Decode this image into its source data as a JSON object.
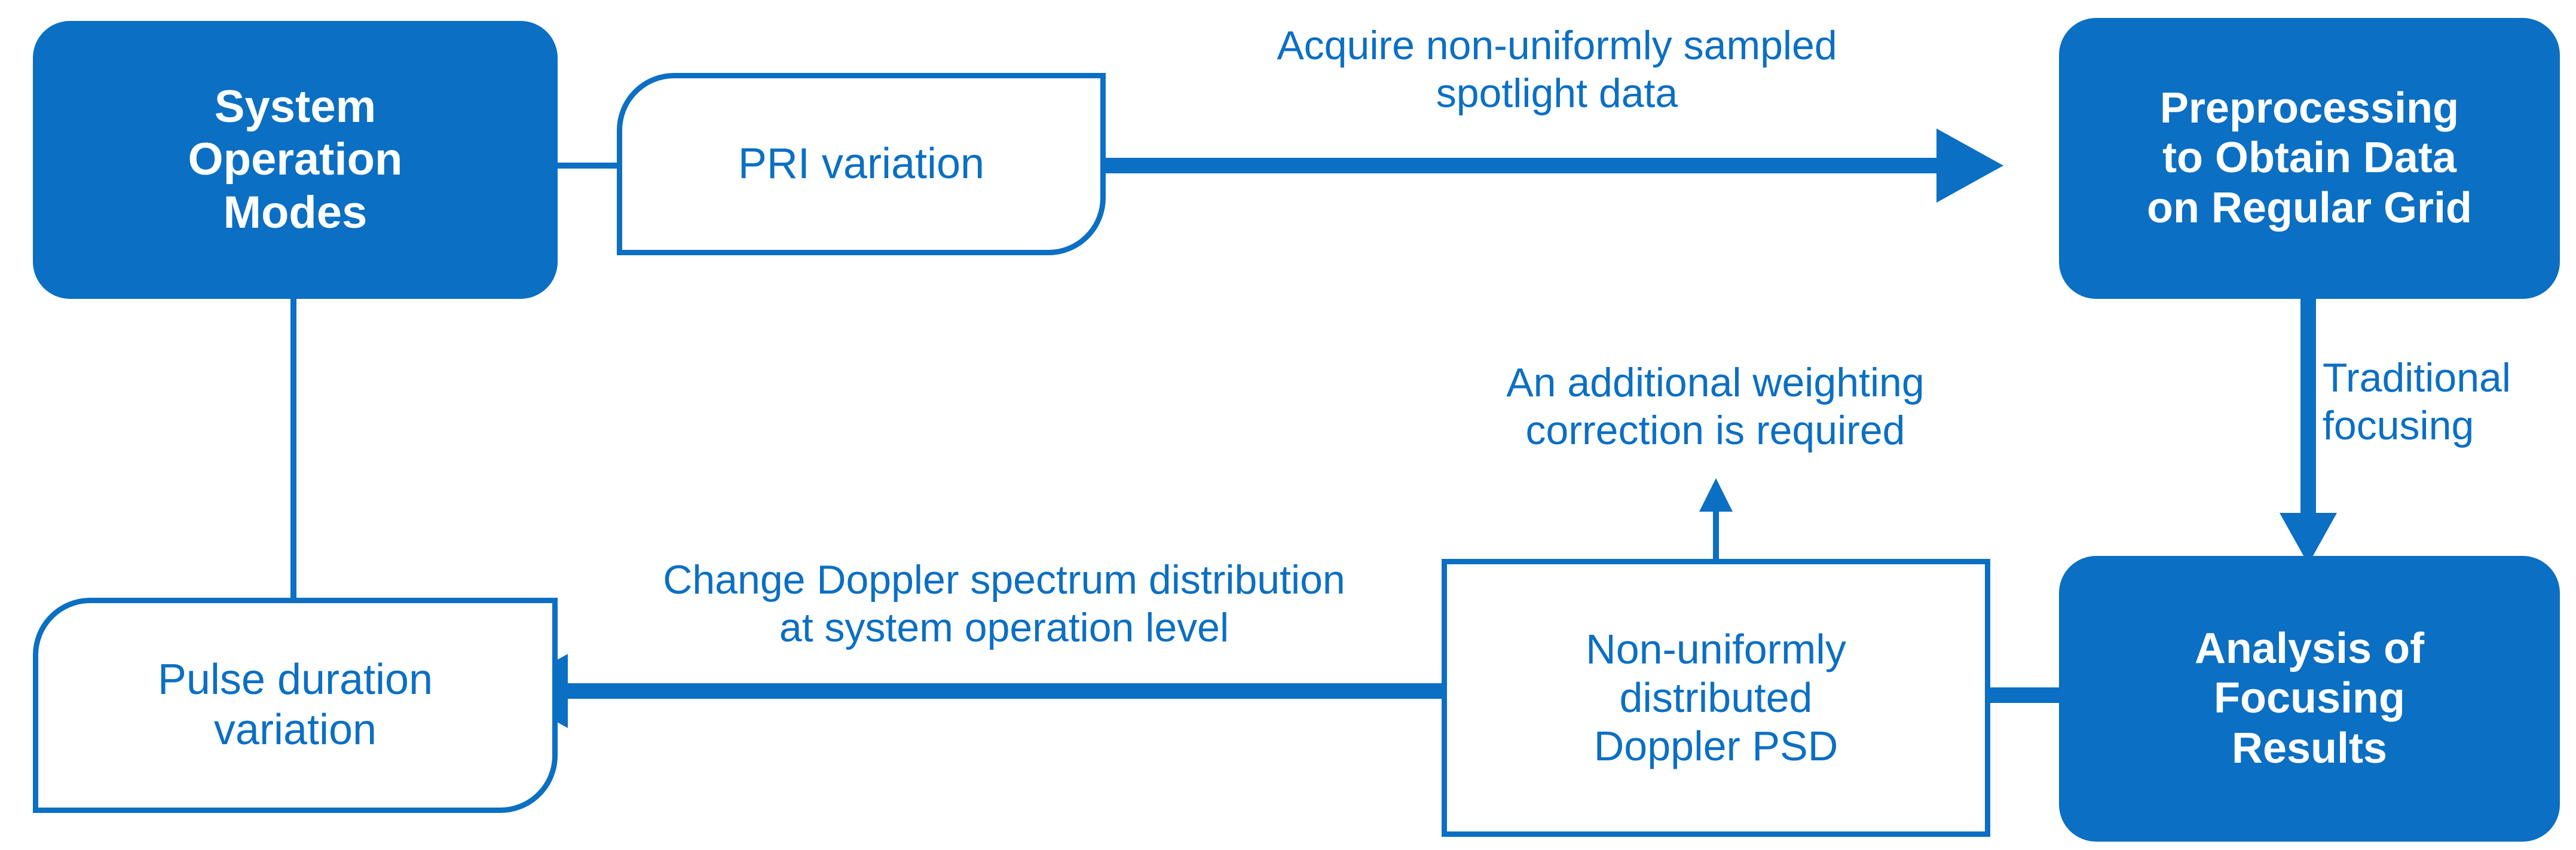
{
  "diagram": {
    "title": "SAR spotlight non-uniform sampling processing flow",
    "accent_color": "#0B6FC3",
    "background_color": "#FFFFFF"
  },
  "nodes": {
    "system_operation_modes": {
      "label": "System\nOperation\nModes",
      "style": "filled",
      "fill": "#0B6FC3",
      "text_color": "#FFFFFF"
    },
    "pri_variation": {
      "label": "PRI variation",
      "style": "outline",
      "fill": "#FFFFFF",
      "text_color": "#0B6FC3"
    },
    "preprocessing": {
      "label": "Preprocessing\nto Obtain Data\non Regular Grid",
      "style": "filled",
      "fill": "#0B6FC3",
      "text_color": "#FFFFFF"
    },
    "analysis_of_focusing_results": {
      "label": "Analysis of\nFocusing\nResults",
      "style": "filled",
      "fill": "#0B6FC3",
      "text_color": "#FFFFFF"
    },
    "doppler_psd": {
      "label": "Non-uniformly\ndistributed\nDoppler PSD",
      "style": "outline",
      "fill": "#FFFFFF",
      "text_color": "#0B6FC3"
    },
    "pulse_duration_variation": {
      "label": "Pulse duration\nvariation",
      "style": "outline",
      "fill": "#FFFFFF",
      "text_color": "#0B6FC3"
    }
  },
  "edge_labels": {
    "acquire": "Acquire non-uniformly sampled\nspotlight data",
    "traditional_focusing": "Traditional\nfocusing",
    "weighting_correction": "An additional weighting\ncorrection is required",
    "change_doppler": "Change Doppler spectrum distribution\nat system operation level"
  },
  "edges": [
    {
      "from": "system_operation_modes",
      "to": "pri_variation",
      "label": "",
      "arrow": false
    },
    {
      "from": "pri_variation",
      "to": "preprocessing",
      "label": "Acquire non-uniformly sampled spotlight data",
      "arrow": true
    },
    {
      "from": "preprocessing",
      "to": "analysis_of_focusing_results",
      "label": "Traditional focusing",
      "arrow": true
    },
    {
      "from": "analysis_of_focusing_results",
      "to": "doppler_psd",
      "label": "",
      "arrow": false
    },
    {
      "from": "doppler_psd",
      "to": "weighting_correction_note",
      "label": "An additional weighting correction is required",
      "arrow": true
    },
    {
      "from": "doppler_psd",
      "to": "pulse_duration_variation",
      "label": "Change Doppler spectrum distribution at system operation level",
      "arrow": true
    },
    {
      "from": "pulse_duration_variation",
      "to": "system_operation_modes",
      "label": "",
      "arrow": false
    }
  ]
}
